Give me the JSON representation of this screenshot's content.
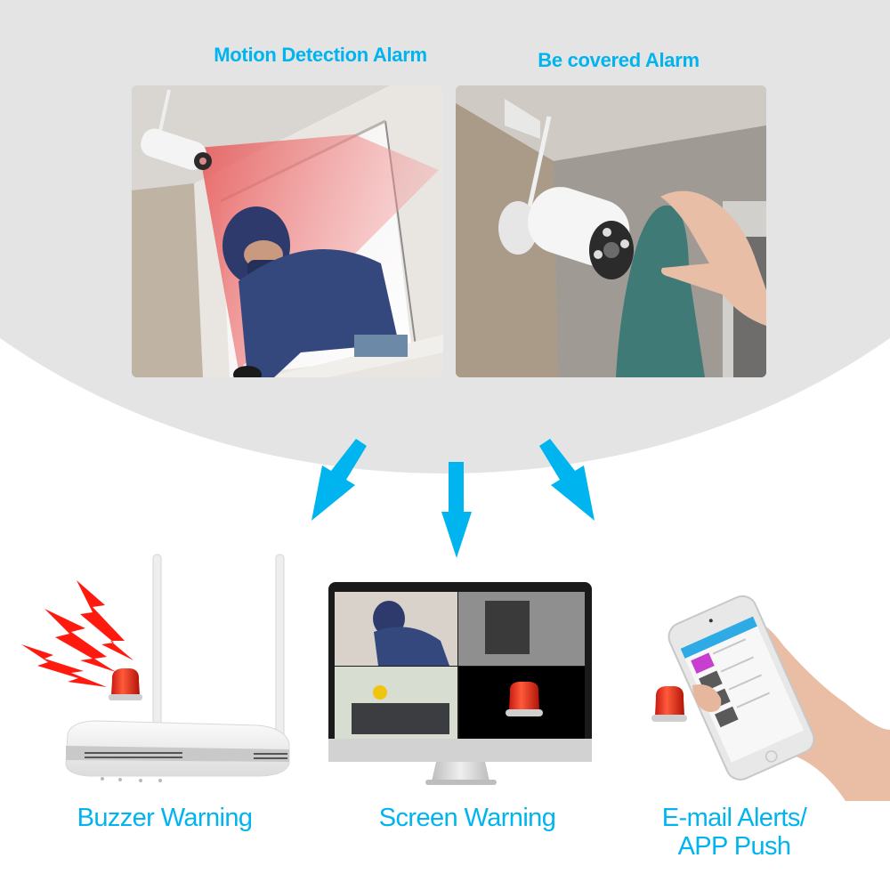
{
  "colors": {
    "accent": "#00b4ef",
    "background_ellipse": "#e4e4e4",
    "page_background": "#ffffff",
    "alarm_red": "#e8261a"
  },
  "top": {
    "features": [
      {
        "heading": "Motion Detection Alarm",
        "image": "burglar-entering-window-detected-by-camera"
      },
      {
        "heading": "Be covered Alarm",
        "image": "hand-covering-camera-with-cloth"
      }
    ]
  },
  "arrows": [
    {
      "direction": "down-left",
      "icon": "arrow-down-left-icon"
    },
    {
      "direction": "down",
      "icon": "arrow-down-icon"
    },
    {
      "direction": "down-right",
      "icon": "arrow-down-right-icon"
    }
  ],
  "bottom": {
    "outputs": [
      {
        "caption": "Buzzer Warning",
        "image": "nvr-router-with-alarm-beacon",
        "icon": "siren-icon"
      },
      {
        "caption": "Screen Warning",
        "image": "monitor-with-4-camera-grid",
        "icon": "siren-icon"
      },
      {
        "caption_line1": "E-mail Alerts/",
        "caption_line2": "APP Push",
        "image": "hand-holding-phone-with-alarm-app",
        "icon": "siren-icon"
      }
    ]
  }
}
